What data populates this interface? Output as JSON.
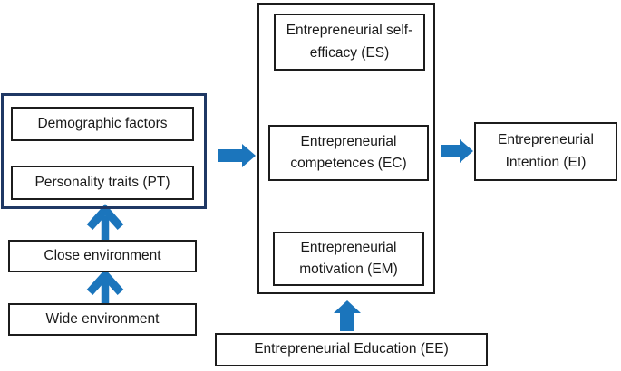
{
  "boxes": {
    "demographic": "Demographic factors",
    "personality": "Personality traits (PT)",
    "close_env": "Close environment",
    "wide_env": "Wide environment",
    "self_efficacy": "Entrepreneurial self-efficacy (ES)",
    "competences": "Entrepreneurial competences (EC)",
    "motivation": "Entrepreneurial motivation (EM)",
    "intention": "Entrepreneurial Intention (EI)",
    "education": "Entrepreneurial Education (EE)"
  },
  "arrows": [
    {
      "from": "Wide environment",
      "to": "Close environment",
      "style": "chevron-up"
    },
    {
      "from": "Close environment",
      "to": "Demographic factors / Personality traits group",
      "style": "chevron-up"
    },
    {
      "from": "Demographic factors / Personality traits group",
      "to": "Entrepreneurial competences (EC)",
      "style": "block-right"
    },
    {
      "from": "Entrepreneurial motivation (EM)",
      "to": "Entrepreneurial competences (EC)",
      "style": "double-chevron-up"
    },
    {
      "from": "Entrepreneurial competences (EC)",
      "to": "Entrepreneurial self-efficacy (ES)",
      "style": "double-chevron-up"
    },
    {
      "from": "Entrepreneurial competences (EC)",
      "to": "Entrepreneurial Intention (EI)",
      "style": "block-right"
    },
    {
      "from": "Entrepreneurial Education (EE)",
      "to": "central mediators group",
      "style": "block-up"
    }
  ],
  "colors": {
    "arrow_blue": "#1b75bc",
    "navy_container_border": "#1f3864",
    "box_border": "#1c1c1c",
    "background": "#ffffff"
  }
}
